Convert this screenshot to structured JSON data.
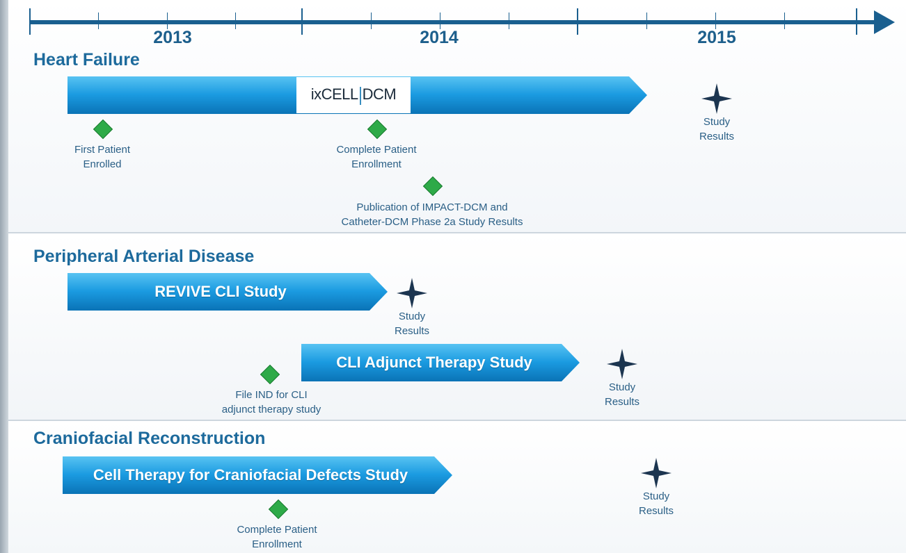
{
  "timeline": {
    "years": [
      "2013",
      "2014",
      "2015"
    ]
  },
  "sections": {
    "heart_failure": {
      "title": "Heart Failure",
      "logo_left": "ixCELL",
      "logo_right": "DCM",
      "milestones": [
        {
          "line1": "First Patient",
          "line2": "Enrolled"
        },
        {
          "line1": "Complete Patient",
          "line2": "Enrollment"
        },
        {
          "line1": "Publication of IMPACT-DCM and",
          "line2": "Catheter-DCM Phase 2a Study Results"
        }
      ],
      "result": {
        "line1": "Study",
        "line2": "Results"
      }
    },
    "pad": {
      "title": "Peripheral Arterial Disease",
      "bar1": "REVIVE CLI Study",
      "bar2": "CLI Adjunct Therapy Study",
      "milestone": {
        "line1": "File IND for CLI",
        "line2": "adjunct therapy study"
      },
      "result1": {
        "line1": "Study",
        "line2": "Results"
      },
      "result2": {
        "line1": "Study",
        "line2": "Results"
      }
    },
    "cranio": {
      "title": "Craniofacial Reconstruction",
      "bar": "Cell Therapy for Craniofacial Defects Study",
      "milestone": {
        "line1": "Complete Patient",
        "line2": "Enrollment"
      },
      "result": {
        "line1": "Study",
        "line2": "Results"
      }
    }
  },
  "colors": {
    "axis": "#1a5f8f",
    "bar": "#1b9be1",
    "milestone": "#2eaa48",
    "star": "#1c3550",
    "title": "#1d6a9c"
  },
  "icons": {
    "milestone": "green-diamond-icon",
    "result": "four-point-star-icon"
  }
}
